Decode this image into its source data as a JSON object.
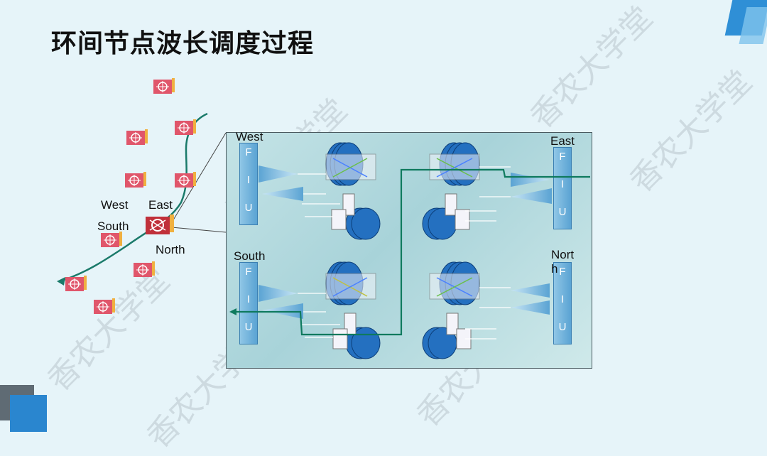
{
  "title": "环间节点波长调度过程",
  "ring_labels": {
    "west": "West",
    "east": "East",
    "south": "South",
    "north": "North"
  },
  "panel": {
    "west": "West",
    "east": "East",
    "south": "South",
    "north": "Nort\nh",
    "fiu_letters": [
      "F",
      "I",
      "U"
    ]
  },
  "watermark": "香农大学堂",
  "icons": {
    "node": "ring-node-icon",
    "center_node": "cross-connect-node-icon"
  },
  "colors": {
    "accent": "#1a8ac4",
    "path": "#1a7a6a",
    "fiu": "#5aa3d3"
  }
}
